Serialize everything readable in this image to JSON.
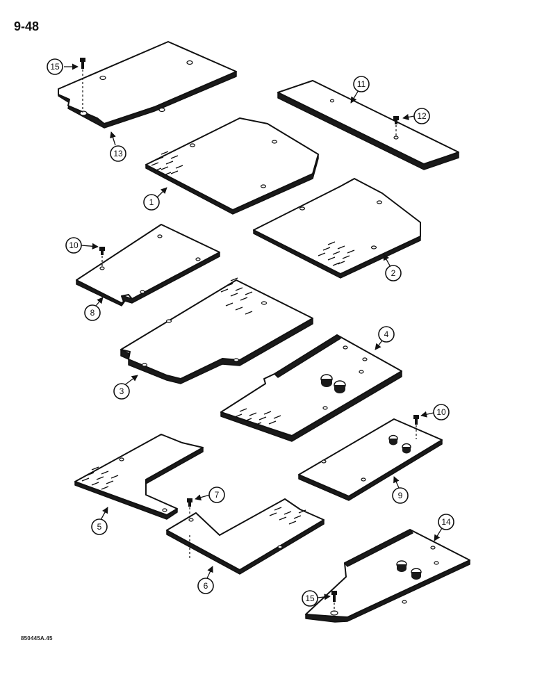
{
  "page": {
    "number": "9-48",
    "figure_code": "850445A.45"
  },
  "callouts": {
    "c1": "1",
    "c2": "2",
    "c3": "3",
    "c4": "4",
    "c5": "5",
    "c6": "6",
    "c7": "7",
    "c8": "8",
    "c9": "9",
    "c10a": "10",
    "c10b": "10",
    "c11": "11",
    "c12": "12",
    "c13": "13",
    "c14": "14",
    "c15a": "15",
    "c15b": "15"
  }
}
